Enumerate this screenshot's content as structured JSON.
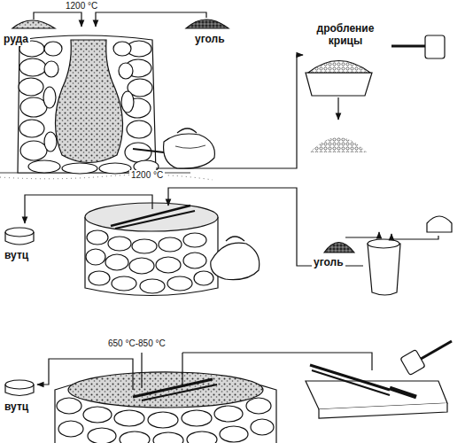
{
  "diagram": {
    "labels": [
      "руда",
      "1200 °C",
      "уголь",
      "дробление крицы",
      "1200 °C",
      "вутц",
      "уголь",
      "650 °C-850 °C",
      "вутц"
    ]
  }
}
